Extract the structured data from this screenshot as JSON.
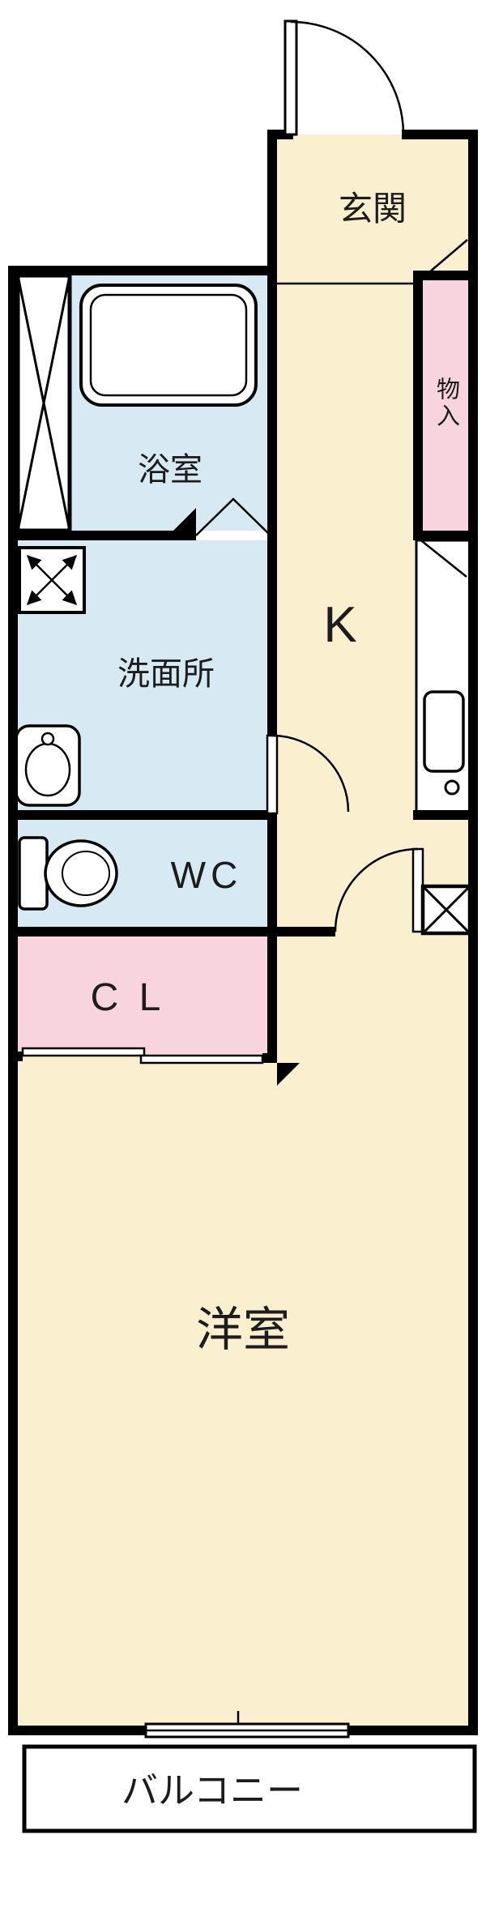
{
  "floor_plan": {
    "background": "#FFFFFF",
    "colors": {
      "room_cream": "#FAF0CF",
      "room_blue": "#D7EAF4",
      "room_pink": "#F8D4DE",
      "wall": "#000000",
      "label_text": "#1C1C1C"
    },
    "rooms": {
      "genkan": {
        "label": "玄関"
      },
      "monoire": {
        "label": "物入"
      },
      "yokushitsu": {
        "label": "浴室"
      },
      "senmenjo": {
        "label": "洗面所"
      },
      "kitchen": {
        "label": "K"
      },
      "wc": {
        "label": "WC"
      },
      "closet": {
        "label": "C L"
      },
      "yoshitsu": {
        "label": "洋室"
      },
      "balcony": {
        "label": "バルコニー"
      }
    },
    "fixtures": [
      "bathtub",
      "washing-machine-pan",
      "washbasin",
      "toilet",
      "kitchen-sink",
      "entry-door-swing",
      "interior-door-swing",
      "bathroom-folding-door",
      "closet-sliding-doors",
      "window",
      "pillar-cross-mark",
      "shaft-cross-mark"
    ]
  }
}
